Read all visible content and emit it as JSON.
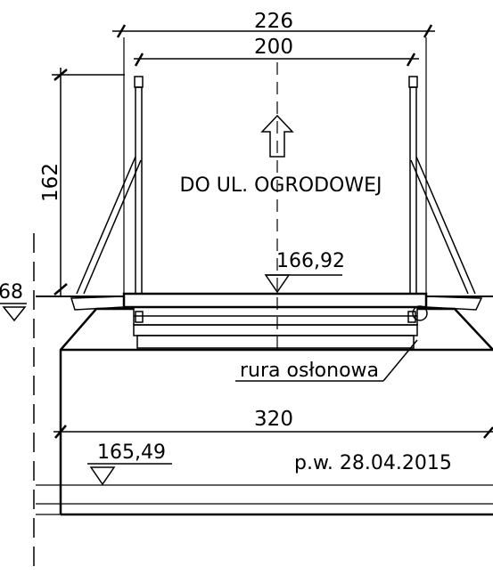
{
  "labels": {
    "width_outer": "226",
    "width_inner": "200",
    "height_left": "162",
    "direction": "DO UL. OGRODOWEJ",
    "level_deck": "166,92",
    "pipe": "rura osłonowa",
    "width_foundation": "320",
    "level_water": "165,49",
    "water_date": "p.w. 28.04.2015",
    "level_left_partial": "68"
  },
  "colors": {
    "line": "#000000",
    "background": "#ffffff"
  }
}
